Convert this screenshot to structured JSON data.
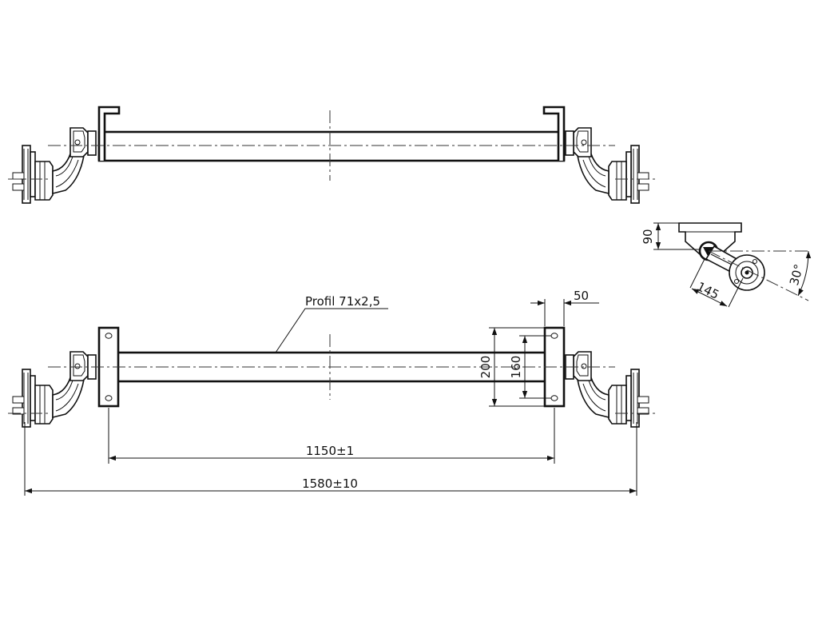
{
  "drawing": {
    "profile_label": "Profil 71x2,5",
    "dimensions": {
      "track_width": "1580±10",
      "bracket_spacing": "1150±1",
      "bracket_width": "50",
      "bracket_height": "200",
      "bolt_spacing": "160",
      "arm_height": "90",
      "arm_length": "145",
      "arm_angle": "30°"
    }
  }
}
